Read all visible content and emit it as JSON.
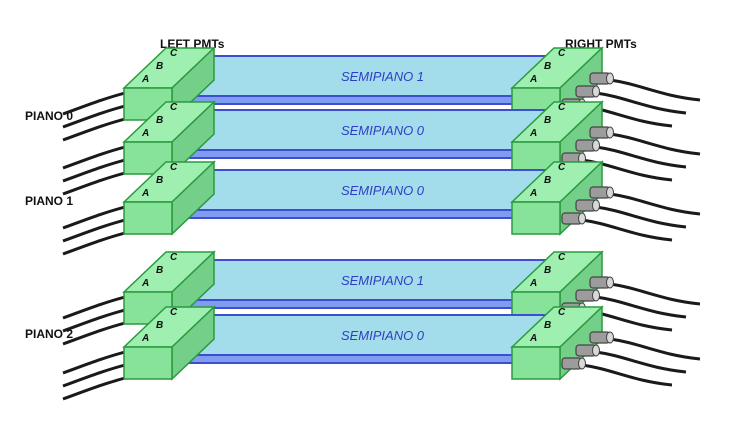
{
  "headers": {
    "left": "LEFT  PMTs",
    "right": "RIGHT PMTs"
  },
  "planes": [
    {
      "label": "PIANO 0",
      "slabs": [
        "SEMIPIANO 1",
        "SEMIPIANO 0"
      ]
    },
    {
      "label": "PIANO 1",
      "slabs": [
        "SEMIPIANO 0"
      ]
    },
    {
      "label": "PIANO 2",
      "slabs": [
        "SEMIPIANO 1",
        "SEMIPIANO 0"
      ]
    }
  ],
  "channel_letters": [
    "A",
    "B",
    "C"
  ],
  "colors": {
    "slab_fill": "#a3dcea",
    "slab_edge": "#3d4fd0",
    "slab_text": "#2e3fc4",
    "block_fill": "#87e29a",
    "block_top": "#9ff0b0",
    "block_edge": "#2a9a3e",
    "pmt_fill": "#9c9c9c",
    "cable": "#1a1a1a"
  }
}
